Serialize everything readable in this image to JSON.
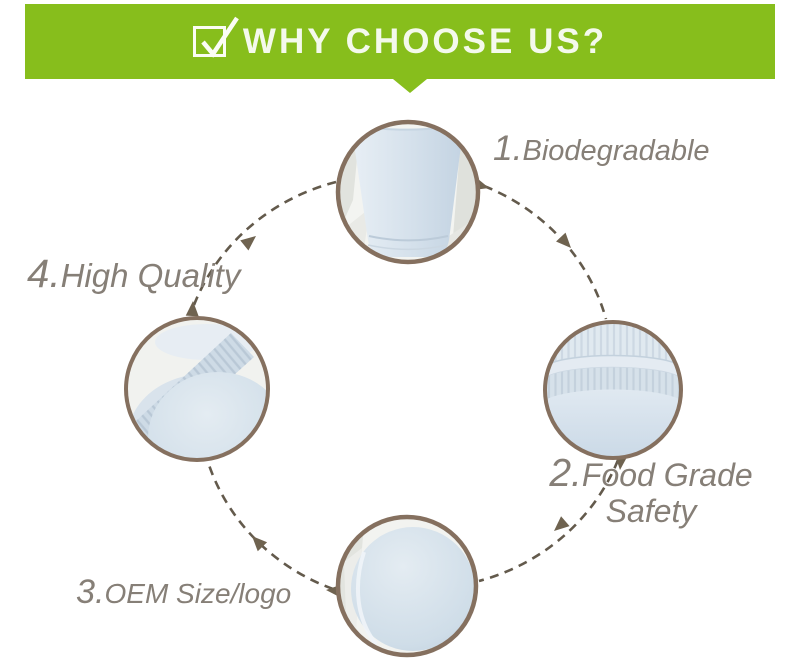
{
  "banner": {
    "title": "WHY CHOOSE US?",
    "icon": "checked-checkbox",
    "colors": {
      "background": "#87BE1C",
      "text": "#F4F9EC"
    }
  },
  "diagram": {
    "flow_direction": "clockwise",
    "items": [
      {
        "number": "1.",
        "label": "Biodegradable",
        "position": "top",
        "photo": "paper-cup-upside-down"
      },
      {
        "number": "2.",
        "label_line1": "Food Grade",
        "label_line2": "Safety",
        "position": "right",
        "photo": "cup-lid-stack"
      },
      {
        "number": "3.",
        "label": "OEM Size/logo",
        "position": "bottom",
        "photo": "cup-bottom-view"
      },
      {
        "number": "4.",
        "label": "High Quality",
        "position": "left",
        "photo": "cup-with-ribbed-lid"
      }
    ],
    "colors": {
      "dashed_line": "#635A4C",
      "arrowhead": "#6F6350",
      "photo_ring": "#85705F",
      "label_text": "#867F77",
      "cup_fill": "#D5E1EC"
    }
  }
}
